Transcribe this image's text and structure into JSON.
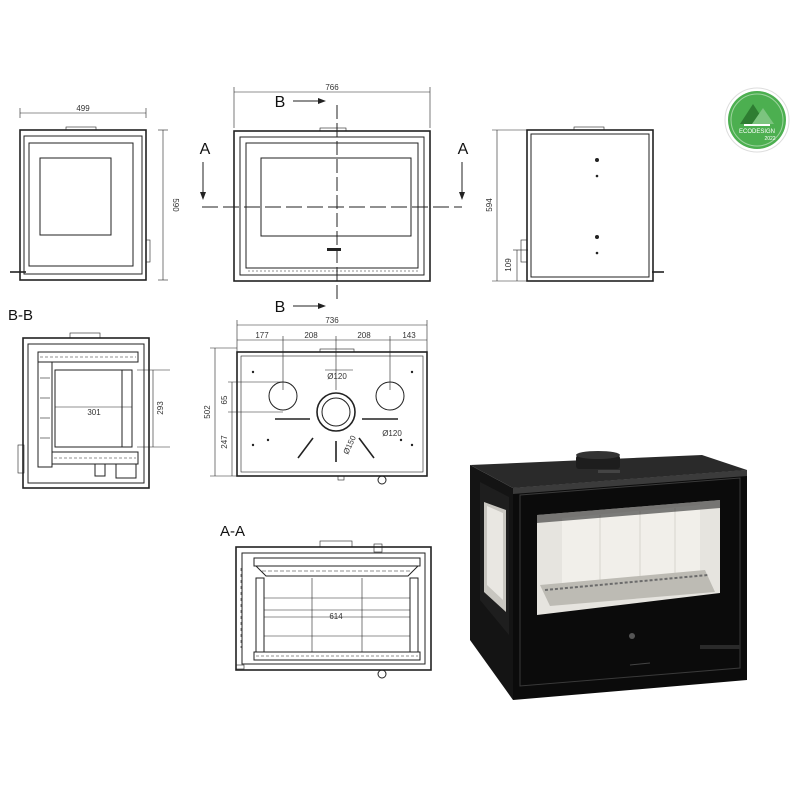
{
  "front_view": {
    "width": "499",
    "height": "590"
  },
  "middle_view": {
    "width": "766",
    "section_b_top": "B",
    "section_b_bottom": "B",
    "section_a_left": "A",
    "section_a_right": "A"
  },
  "side_view": {
    "height": "594",
    "foot_height": "109"
  },
  "section_bb": {
    "title": "B-B",
    "inner_width": "301",
    "inner_height": "293"
  },
  "top_view": {
    "width": "736",
    "spacing": [
      "177",
      "208",
      "208",
      "143"
    ],
    "depth": "502",
    "offset_a": "65",
    "offset_b": "247",
    "flue_left": "Ø120",
    "flue_right": "Ø120",
    "flue_center": "Ø150"
  },
  "section_aa": {
    "title": "A-A",
    "inner_width": "614"
  },
  "badge": {
    "line1": "ECODESIGN",
    "line2": "2022",
    "color": "#4caf50"
  },
  "photo": {
    "frame_color": "#111111",
    "firebox_color": "#e6e4df"
  }
}
